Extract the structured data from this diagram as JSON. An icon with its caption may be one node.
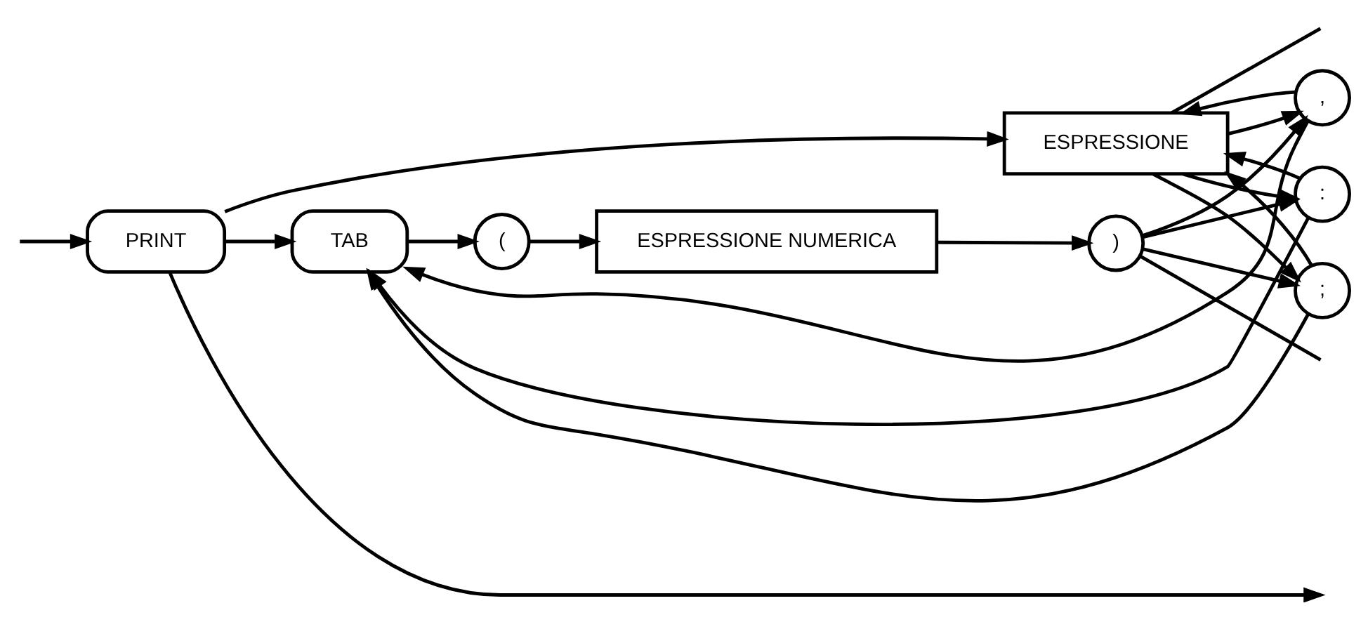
{
  "diagram": {
    "nodes": [
      {
        "text": [
          "PRINT"
        ]
      },
      {
        "text": [
          "ESPRESSIONE"
        ]
      },
      {
        "text": [
          "TAB"
        ]
      },
      {
        "text": [
          "("
        ]
      },
      {
        "text": [
          "ESPRESSIONE NUMERICA"
        ]
      },
      {
        "text": [
          ")"
        ]
      },
      {
        "text": [
          ","
        ]
      },
      {
        "text": [
          ":"
        ]
      },
      {
        "text": [
          ";"
        ]
      }
    ],
    "edges": [
      {
        "from": 0,
        "to": null,
        "arrow": "to"
      },
      {
        "from": 0,
        "to": 1,
        "arrow": "to"
      },
      {
        "from": 0,
        "to": 2,
        "arrow": "to"
      },
      {
        "from": null,
        "to": 0,
        "arrow": "to"
      },
      {
        "from": 2,
        "to": 3,
        "arrow": "to"
      },
      {
        "from": 3,
        "to": 4,
        "arrow": "to"
      },
      {
        "from": 4,
        "to": 5,
        "arrow": "to"
      },
      {
        "from": 1,
        "to": null,
        "arrow": "none"
      },
      {
        "from": 5,
        "to": null,
        "arrow": "none"
      },
      {
        "from": 1,
        "to": 6,
        "arrow": "to"
      },
      {
        "from": 1,
        "to": 7,
        "arrow": "to"
      },
      {
        "from": 1,
        "to": 8,
        "arrow": "to"
      },
      {
        "from": 5,
        "to": 6,
        "arrow": "to"
      },
      {
        "from": 5,
        "to": 7,
        "arrow": "to"
      },
      {
        "from": 5,
        "to": 8,
        "arrow": "to"
      },
      {
        "from": 6,
        "to": 1,
        "arrow": "to"
      },
      {
        "from": 7,
        "to": 1,
        "arrow": "to"
      },
      {
        "from": 8,
        "to": 1,
        "arrow": "to"
      },
      {
        "from": 6,
        "to": 2,
        "arrow": "to"
      },
      {
        "from": 7,
        "to": 2,
        "arrow": "to"
      },
      {
        "from": 8,
        "to": 2,
        "arrow": "to"
      }
    ]
  }
}
